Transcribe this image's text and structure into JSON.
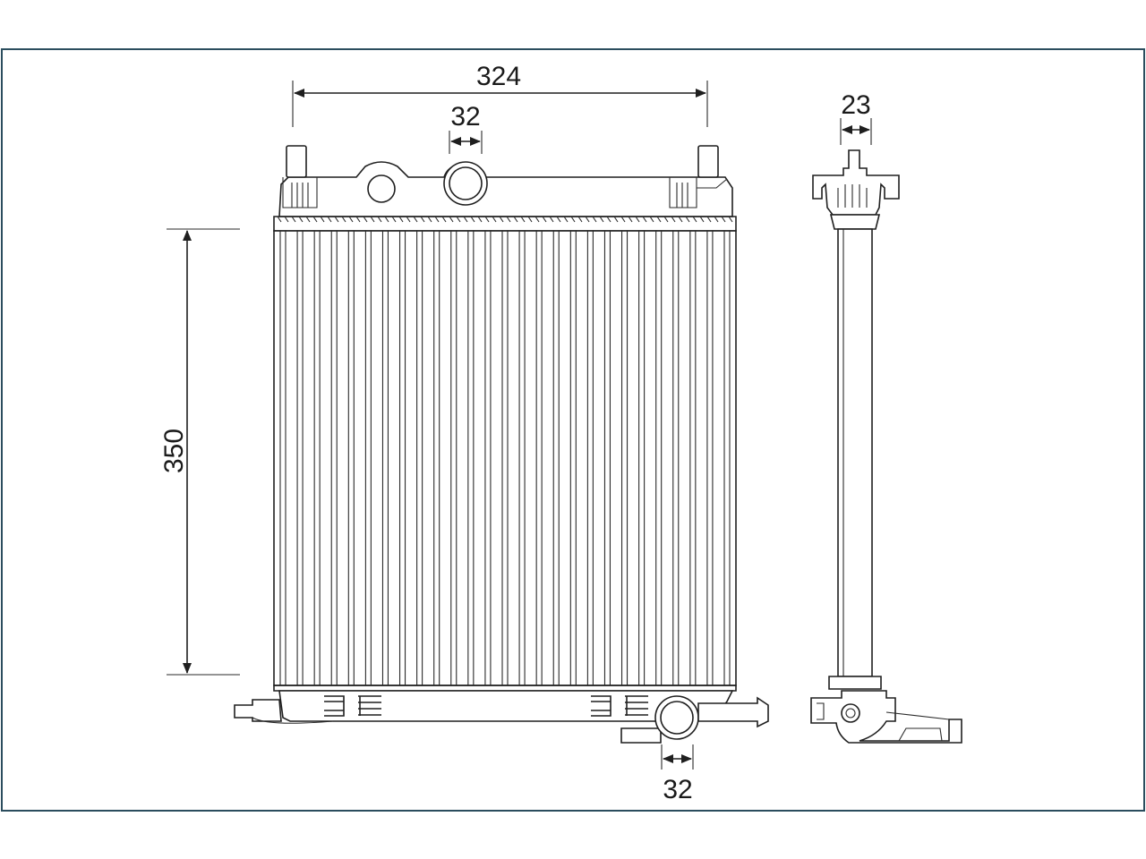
{
  "diagram": {
    "frame_color": "#2b4d5e",
    "line_color": "#1f1f1f",
    "dimensions": {
      "overall_width": "324",
      "top_pipe_diameter": "32",
      "core_height": "350",
      "depth": "23",
      "bottom_pipe_diameter": "32"
    }
  }
}
